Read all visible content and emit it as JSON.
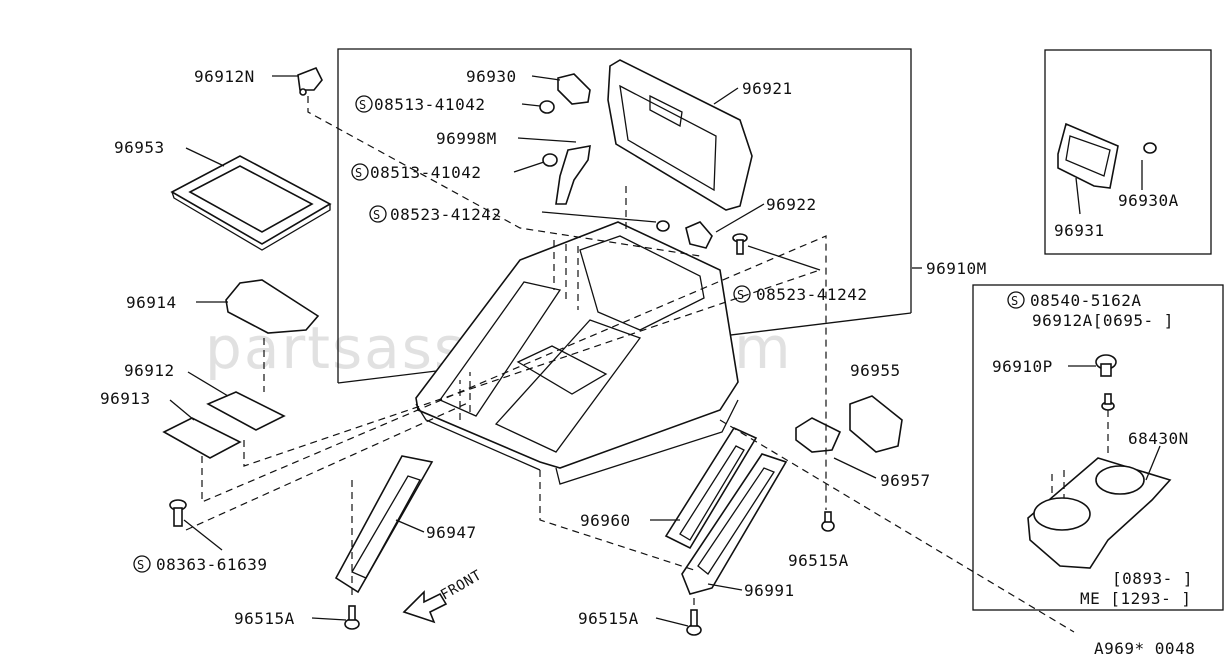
{
  "labels": {
    "p96912N": "96912N",
    "p96930": "96930",
    "p96921": "96921",
    "s0851341042a": "08513-41042",
    "p96998M": "96998M",
    "s0851341042b": "08513-41042",
    "p96953": "96953",
    "s0852341242a": "08523-41242",
    "p96922": "96922",
    "p96910M": "96910M",
    "s0852341242b": "08523-41242",
    "p96914": "96914",
    "p96912": "96912",
    "p96913": "96913",
    "p96955": "96955",
    "p96957": "96957",
    "p96947": "96947",
    "p96960": "96960",
    "s0836361639": "08363-61639",
    "p96515A_a": "96515A",
    "p96515A_b": "96515A",
    "p96515A_c": "96515A",
    "p96991": "96991",
    "front": "FRONT",
    "p96930A": "96930A",
    "p96931": "96931",
    "s085405162A": "08540-5162A",
    "p96912A": "96912A[0695-  ]",
    "p96910P": "96910P",
    "p68430N": "68430N",
    "range1": "[0893-  ]",
    "range2": "ME [1293-  ]",
    "code": "A969* 0048"
  },
  "standard_part_marker": "S",
  "watermark": "partsassistant.com"
}
